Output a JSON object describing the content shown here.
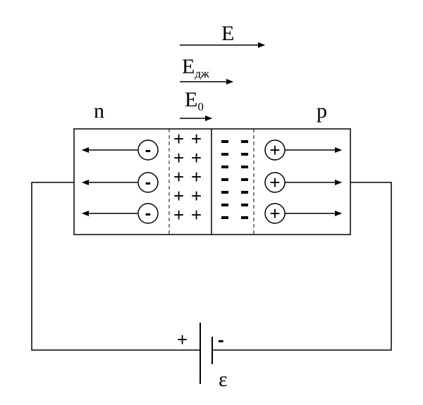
{
  "labels": {
    "n_region": "n",
    "p_region": "p",
    "field_E": "E",
    "field_Edzh_main": "E",
    "field_Edzh_sub": "дж",
    "field_E0_main": "E",
    "field_E0_sub": "0",
    "battery_plus": "+",
    "battery_minus": "-",
    "emf": "ε"
  },
  "charges": {
    "electron_sign": "-",
    "hole_sign": "+",
    "donor_ion_sign": "+",
    "acceptor_ion_sign": "-"
  },
  "colors": {
    "stroke": "#000000",
    "background": "#ffffff"
  }
}
